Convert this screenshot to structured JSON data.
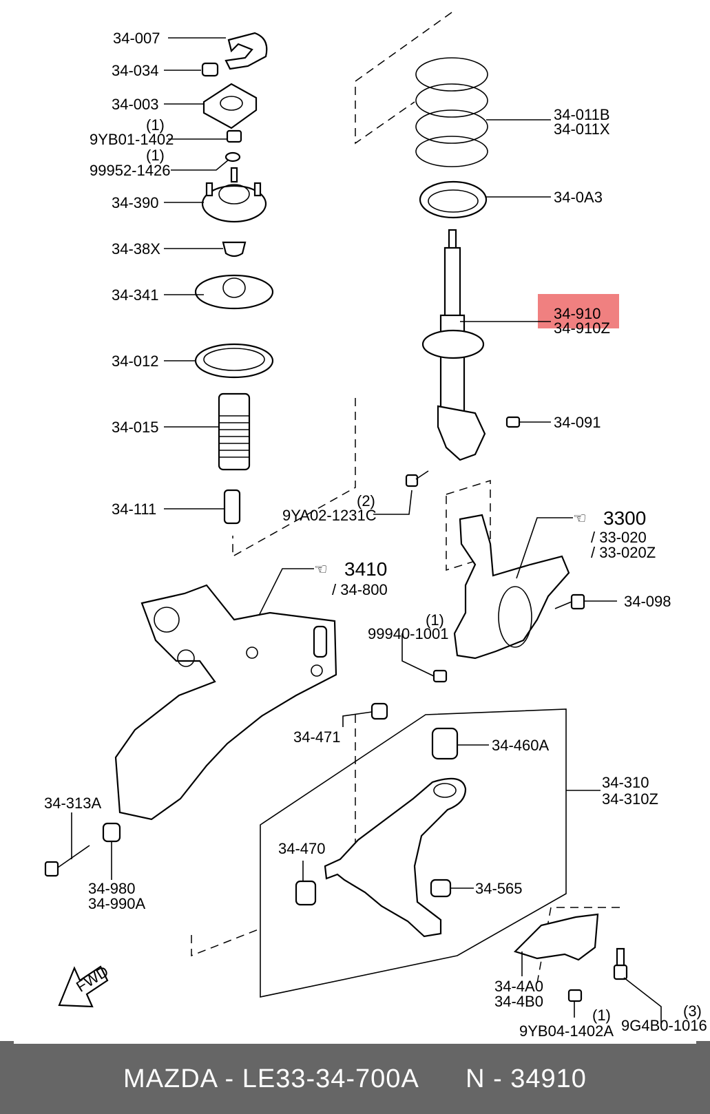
{
  "diagram": {
    "highlight_color": "#f08080",
    "parts": {
      "p34_007": "34-007",
      "p34_034": "34-034",
      "p34_003": "34-003",
      "p9yb01_qty": "(1)",
      "p9yb01": "9YB01-1402",
      "p99952_qty": "(1)",
      "p99952": "99952-1426",
      "p34_390": "34-390",
      "p34_38x": "34-38X",
      "p34_341": "34-341",
      "p34_012": "34-012",
      "p34_015": "34-015",
      "p34_111": "34-111",
      "p34_011b": "34-011B",
      "p34_011x": "34-011X",
      "p34_0a3": "34-0A3",
      "p34_910": "34-910",
      "p34_910z": "34-910Z",
      "p34_091": "34-091",
      "p9ya02_qty": "(2)",
      "p9ya02": "9YA02-1231C",
      "ref3300": "3300",
      "p33_020": "/ 33-020",
      "p33_020z": "/ 33-020Z",
      "ref3410": "3410",
      "p34_800": "/ 34-800",
      "p34_098": "34-098",
      "p99940_qty": "(1)",
      "p99940": "99940-1001",
      "p34_471": "34-471",
      "p34_460a": "34-460A",
      "p34_313a": "34-313A",
      "p34_310": "34-310",
      "p34_310z": "34-310Z",
      "p34_470": "34-470",
      "p34_565": "34-565",
      "p34_980": "34-980",
      "p34_990a": "34-990A",
      "p34_4a0": "34-4A0",
      "p34_4b0": "34-4B0",
      "p9yb04_qty": "(1)",
      "p9yb04": "9YB04-1402A",
      "p9g4b0_qty": "(3)",
      "p9g4b0": "9G4B0-1016",
      "fwd": "FWD"
    }
  },
  "footer": {
    "brand_part": "MAZDA - LE33-34-700A",
    "ref": "N - 34910",
    "background": "#666666"
  }
}
